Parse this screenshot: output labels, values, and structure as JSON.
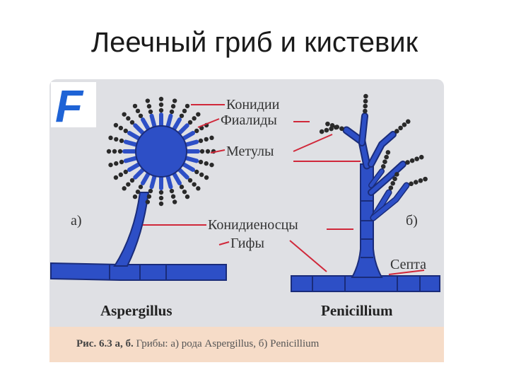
{
  "title": "Леечный гриб и кистевик",
  "figure": {
    "logo_letter": "F",
    "labels": {
      "conidia": "Конидии",
      "phialides": "Фиалиды",
      "metulae": "Метулы",
      "conidiophores": "Конидиеносцы",
      "hyphae": "Гифы",
      "septa": "Септа",
      "part_a": "а)",
      "part_b": "б)",
      "aspergillus": "Aspergillus",
      "penicillium": "Penicillium"
    },
    "caption": {
      "prefix": "Рис. 6.3 а, б.",
      "text": " Грибы: а) рода Aspergillus, б) Penicillium"
    }
  },
  "colors": {
    "panel_bg": "#dfe0e4",
    "caption_bg": "#f6dcc8",
    "fungus_blue": "#2d4fc6",
    "fungus_outline": "#1a2c7a",
    "leader_line": "#d0283a",
    "logo_blue": "#1e63d6"
  }
}
